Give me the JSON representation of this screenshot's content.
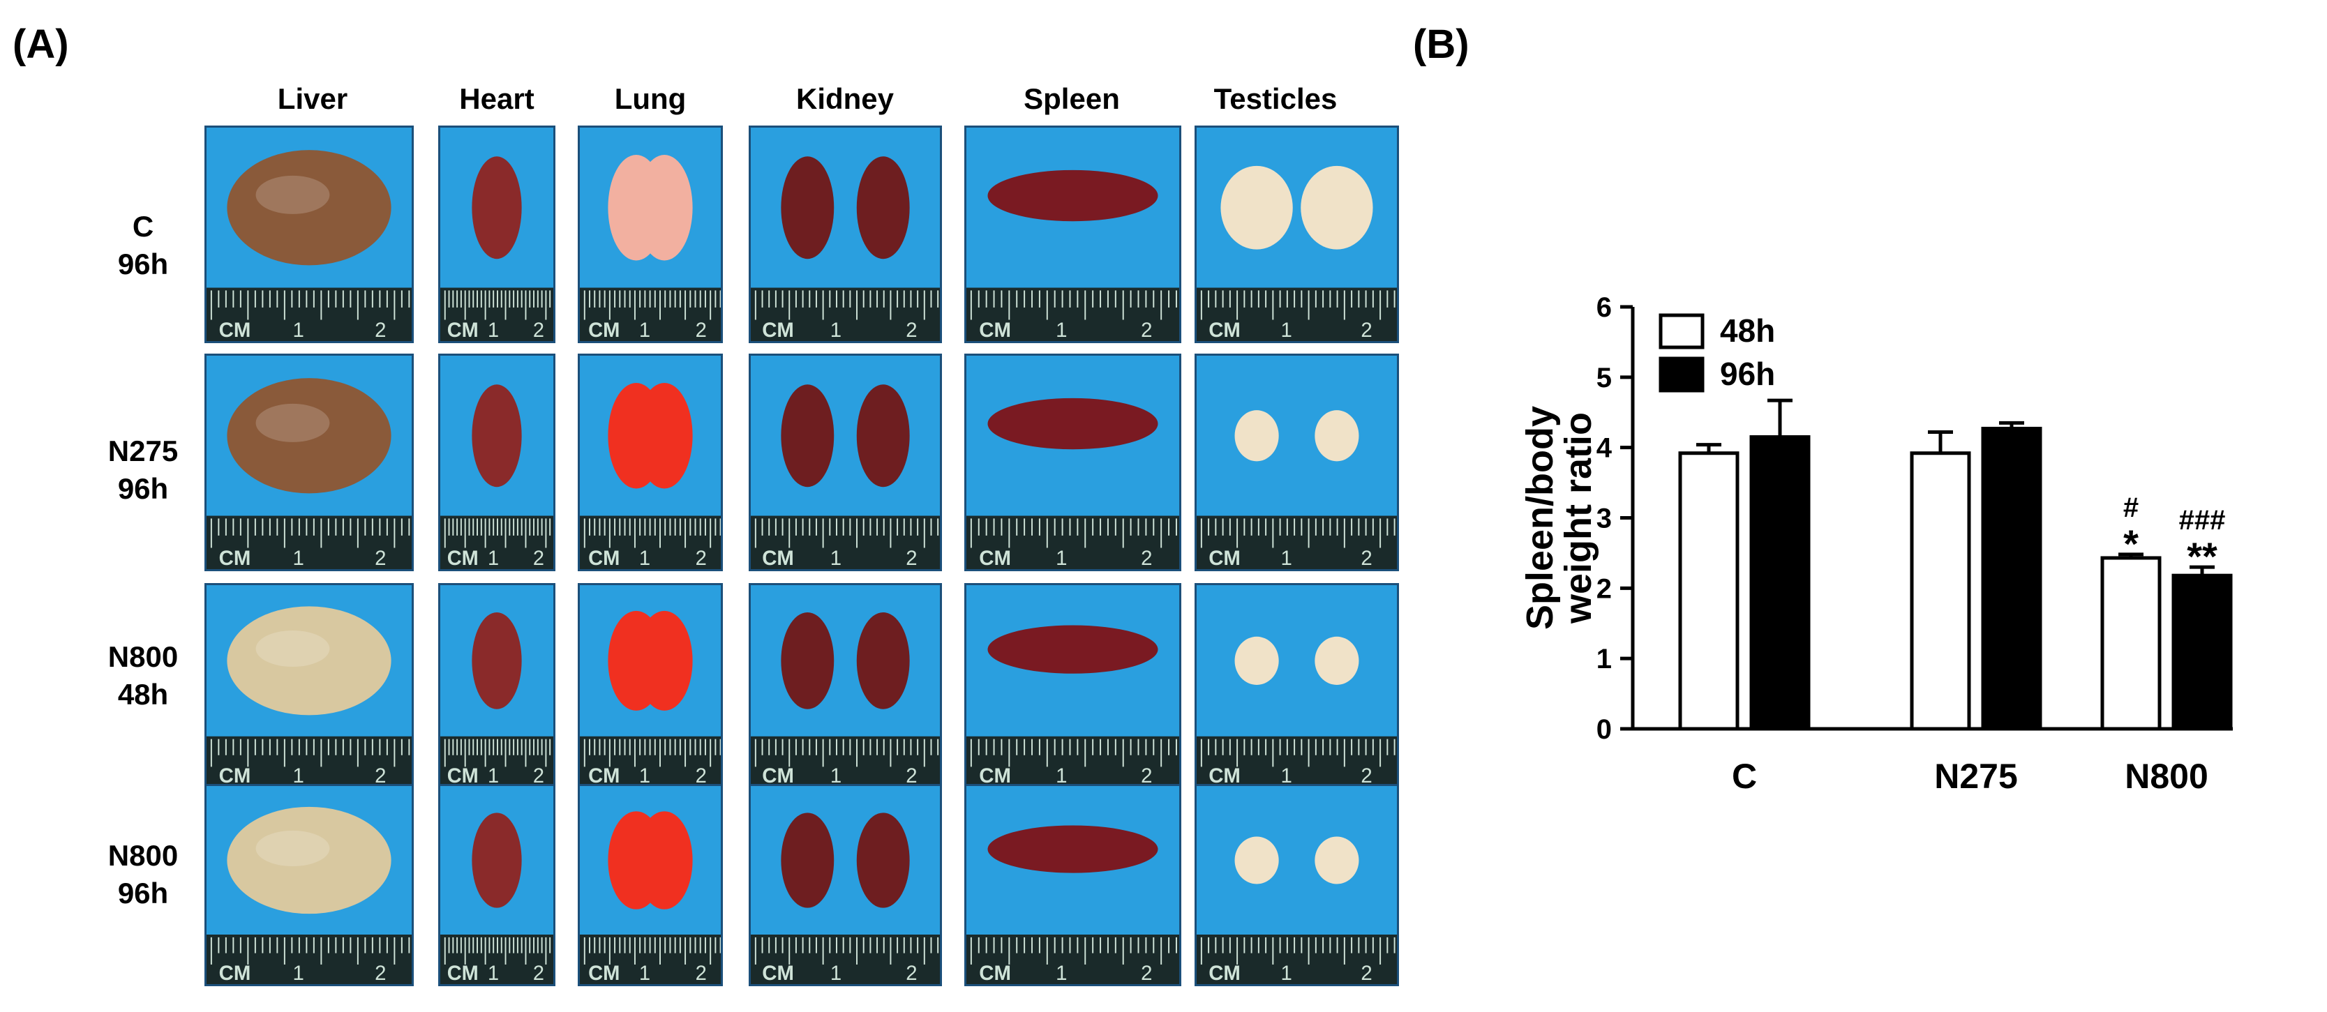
{
  "panelA": {
    "label": "(A)",
    "columns": [
      "Liver",
      "Heart",
      "Lung",
      "Kidney",
      "Spleen",
      "Testicles"
    ],
    "rows": [
      {
        "line1": "C",
        "line2": "96h"
      },
      {
        "line1": "N275",
        "line2": "96h"
      },
      {
        "line1": "N800",
        "line2": "48h"
      },
      {
        "line1": "N800",
        "line2": "96h"
      }
    ],
    "ruler_cm_label": "CM",
    "ruler_num_1": "1",
    "ruler_num_2": "2",
    "organ_colors": {
      "liver_normal": "#8a5a3a",
      "liver_pale": "#d8c8a0",
      "heart": "#8a2a2a",
      "lung_normal": "#f2b0a0",
      "lung_red": "#f03020",
      "kidney": "#6e1e20",
      "spleen": "#7a1a22",
      "testicle": "#f0e2c8",
      "background": "#2a9fdf"
    }
  },
  "panelB": {
    "label": "(B)"
  },
  "chart_data": {
    "type": "bar",
    "ylabel": "Spleen/body weight ratio",
    "ylabel_line1": "Spleen/body",
    "ylabel_line2": "weight ratio",
    "xlabel": "",
    "ylim": [
      0,
      6
    ],
    "yticks": [
      "0",
      "1",
      "2",
      "3",
      "4",
      "5",
      "6"
    ],
    "categories": [
      "C",
      "N275",
      "N800"
    ],
    "series": [
      {
        "name": "48h",
        "fill": "#ffffff",
        "values": [
          3.92,
          3.92,
          2.43
        ],
        "errors": [
          0.12,
          0.3,
          0.05
        ]
      },
      {
        "name": "96h",
        "fill": "#000000",
        "values": [
          4.15,
          4.27,
          2.18
        ],
        "errors": [
          0.52,
          0.08,
          0.12
        ]
      }
    ],
    "annotations": [
      {
        "category": "N800",
        "series": "48h",
        "lines": [
          "#",
          "*"
        ]
      },
      {
        "category": "N800",
        "series": "96h",
        "lines": [
          "###",
          "**"
        ]
      }
    ],
    "legend": "top-left",
    "grid": false
  }
}
